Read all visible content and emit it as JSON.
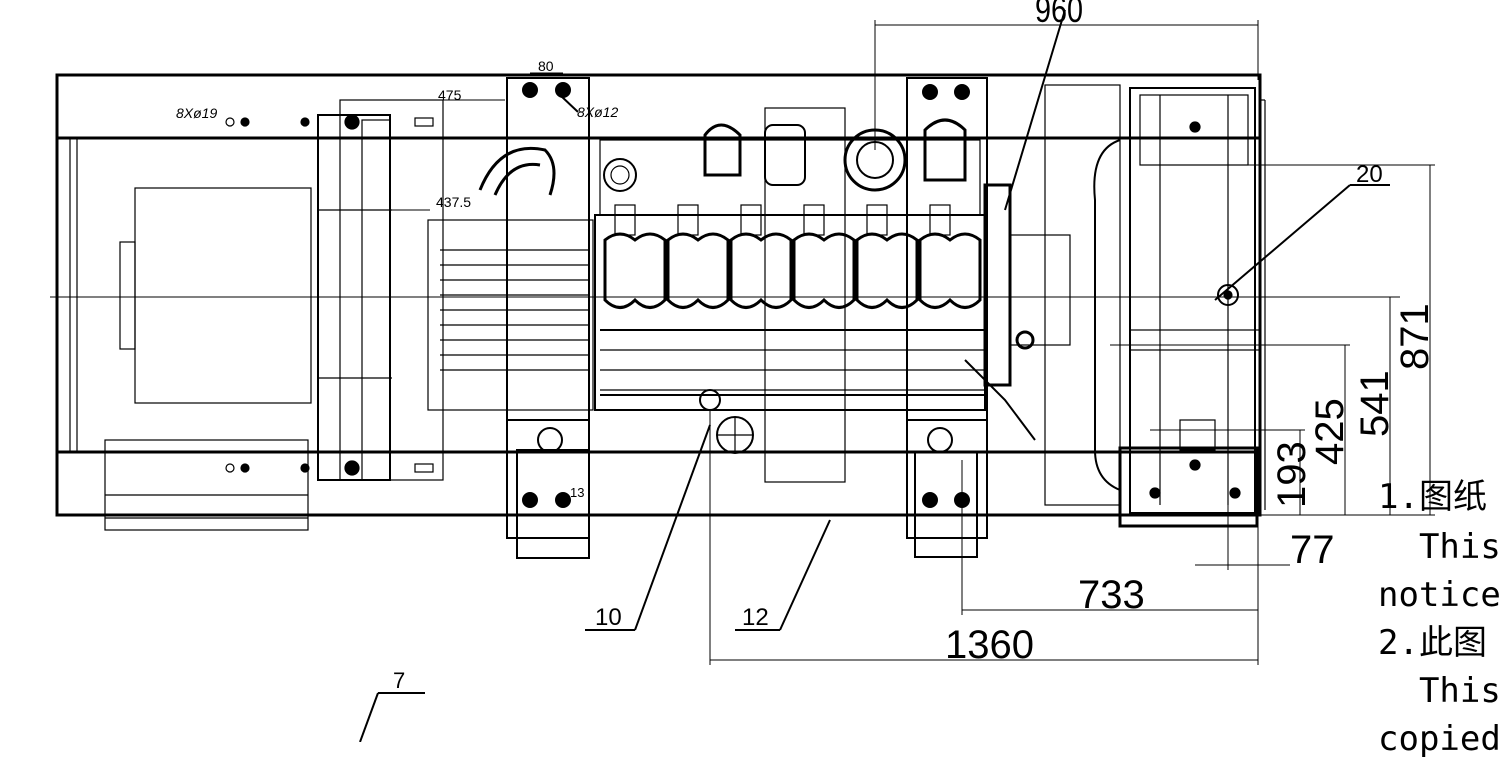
{
  "dimensions": {
    "top_width": "960",
    "overall_length": "1360",
    "base_offset": "733",
    "edge_offset": "77",
    "height_871": "871",
    "height_541": "541",
    "height_425": "425",
    "height_193": "193",
    "bolt_spacing": "80",
    "mount_spacing": "475",
    "mount_half": "437.5",
    "small_dim": "13"
  },
  "holes": {
    "large": "8Xø19",
    "small": "8Xø12"
  },
  "callouts": {
    "part_7": "7",
    "part_10": "10",
    "part_12": "12",
    "part_20": "20"
  },
  "notes": {
    "line1": "1.图纸",
    "line2": "  This",
    "line3": "notice",
    "line4": "2.此图",
    "line5": "  This",
    "line6": "copied"
  },
  "colors": {
    "line": "#000000",
    "background": "#ffffff"
  }
}
